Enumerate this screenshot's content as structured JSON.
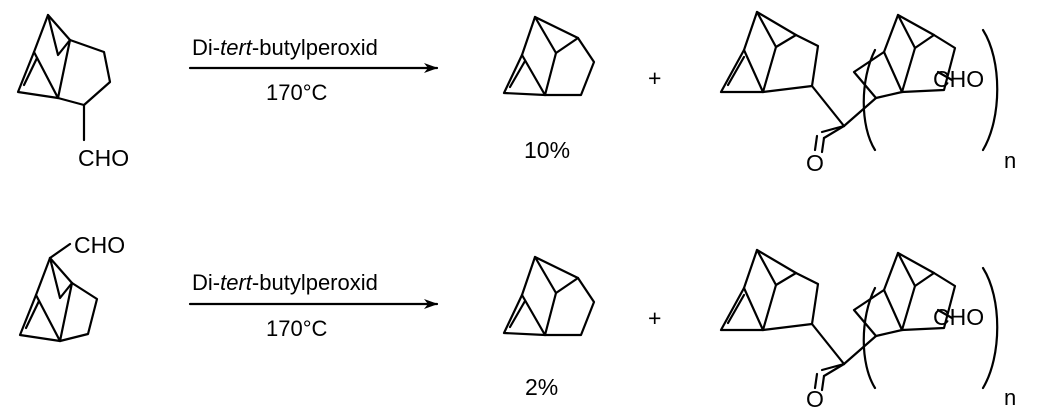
{
  "reactions": [
    {
      "reagent": {
        "prefix": "Di-",
        "italic": "tert",
        "suffix": "-butylperoxid"
      },
      "temperature": "170°C",
      "substituent_label": "CHO",
      "plus": "+",
      "yield": "10%",
      "product_substituent_label": "CHO",
      "carbonyl_oxygen": "O",
      "subscript": "n"
    },
    {
      "reagent": {
        "prefix": "Di-",
        "italic": "tert",
        "suffix": "-butylperoxid"
      },
      "temperature": "170°C",
      "substituent_label": "CHO",
      "plus": "+",
      "yield": "2%",
      "product_substituent_label": "CHO",
      "carbonyl_oxygen": "O",
      "subscript": "n"
    }
  ]
}
